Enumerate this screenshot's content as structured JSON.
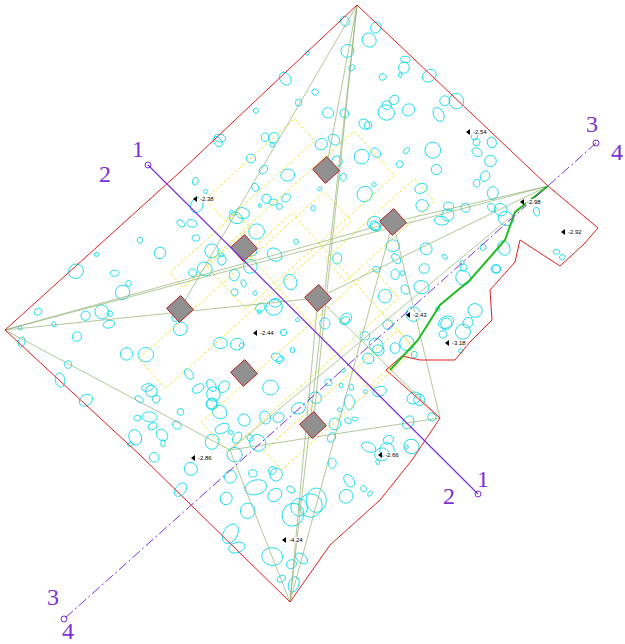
{
  "diagram": {
    "labels": [
      "1",
      "2",
      "3",
      "4",
      "2",
      "1",
      "3",
      "4",
      "-2.54",
      "-2.38",
      "-2.98",
      "-2.92",
      "-2.44",
      "-2.43",
      "-3.18",
      "-2.86",
      "-2.66",
      "-4.24"
    ]
  }
}
